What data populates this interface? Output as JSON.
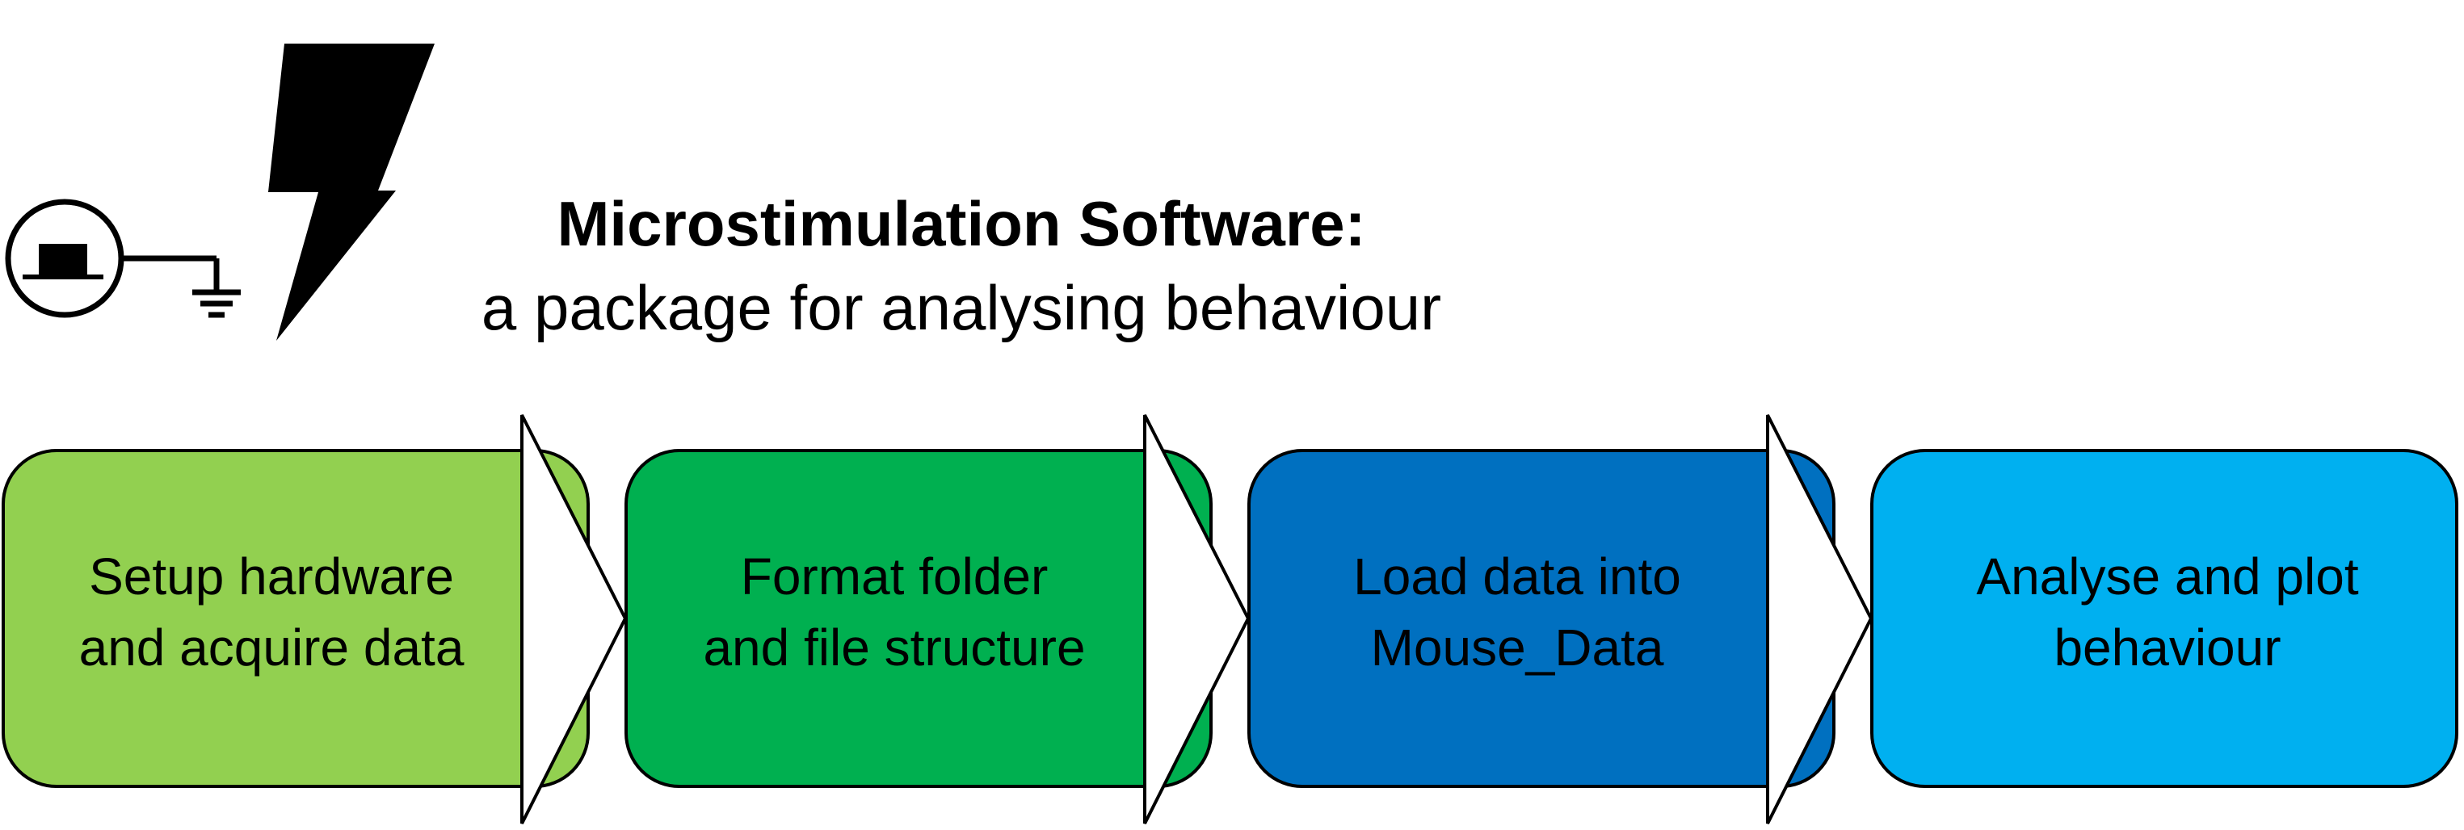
{
  "header": {
    "title": "Microstimulation Software:",
    "subtitle": "a package for analysing behaviour"
  },
  "logo": {
    "icons": [
      "electrode-symbol-icon",
      "lightning-bolt-icon"
    ]
  },
  "steps": [
    {
      "label": "Setup hardware\nand acquire data",
      "color": "#92D050"
    },
    {
      "label": "Format folder\nand file structure",
      "color": "#00B050"
    },
    {
      "label": "Load data into\nMouse_Data",
      "color": "#0070C0"
    },
    {
      "label": "Analyse and plot\nbehaviour",
      "color": "#00B0F0"
    }
  ],
  "colors": {
    "outline": "#000000",
    "arrow_fill": "#FFFFFF"
  }
}
